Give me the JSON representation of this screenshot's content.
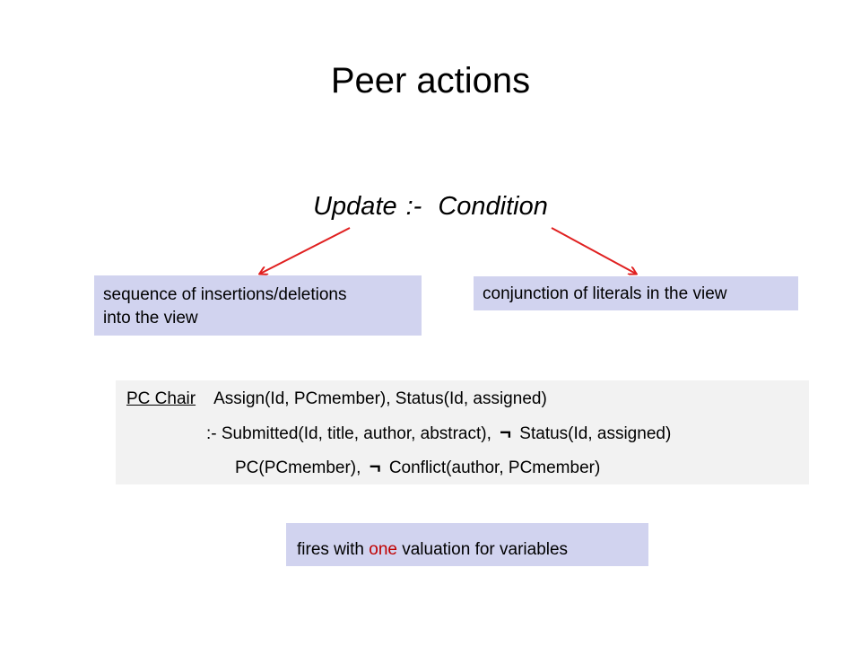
{
  "title": "Peer actions",
  "rule": {
    "update": "Update",
    "separator": ":-",
    "condition": "Condition"
  },
  "annotations": {
    "update_line1": "sequence of insertions/deletions",
    "update_line2": "into the view",
    "condition": "conjunction of literals in the view"
  },
  "example": {
    "role": "PC Chair",
    "head": "Assign(Id, PCmember),  Status(Id, assigned)",
    "body1_part1": ":-  Submitted(Id, title, author, abstract),",
    "body1_part2": "Status(Id, assigned)",
    "body2_part1": "PC(PCmember),",
    "body2_part2": "Conflict(author, PCmember)",
    "negation_symbol": "¬"
  },
  "note": {
    "before": "fires with ",
    "highlight": "one",
    "after": " valuation for variables"
  },
  "colors": {
    "arrow": "#e02020",
    "annotation_box": "#d1d3ef",
    "example_box": "#f2f2f2",
    "highlight": "#c00000"
  }
}
